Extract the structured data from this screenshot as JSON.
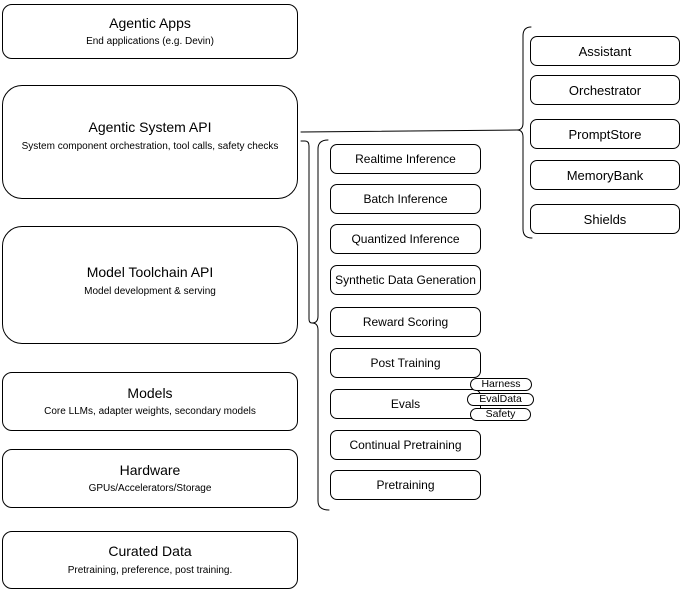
{
  "colors": {
    "stroke": "#000000",
    "background": "#ffffff",
    "text": "#000000"
  },
  "left_stack": [
    {
      "title": "Agentic Apps",
      "subtitle": "End applications (e.g. Devin)"
    },
    {
      "title": "Agentic System API",
      "subtitle": "System component orchestration, tool calls, safety checks"
    },
    {
      "title": "Model Toolchain API",
      "subtitle": "Model development & serving"
    },
    {
      "title": "Models",
      "subtitle": "Core LLMs, adapter weights, secondary models"
    },
    {
      "title": "Hardware",
      "subtitle": "GPUs/Accelerators/Storage"
    },
    {
      "title": "Curated Data",
      "subtitle": "Pretraining, preference, post training."
    }
  ],
  "toolchain_items": [
    "Realtime Inference",
    "Batch Inference",
    "Quantized Inference",
    "Synthetic Data Generation",
    "Reward Scoring",
    "Post Training",
    "Evals",
    "Continual Pretraining",
    "Pretraining"
  ],
  "eval_tags": [
    "Harness",
    "EvalData",
    "Safety"
  ],
  "system_components": [
    "Assistant",
    "Orchestrator",
    "PromptStore",
    "MemoryBank",
    "Shields"
  ]
}
